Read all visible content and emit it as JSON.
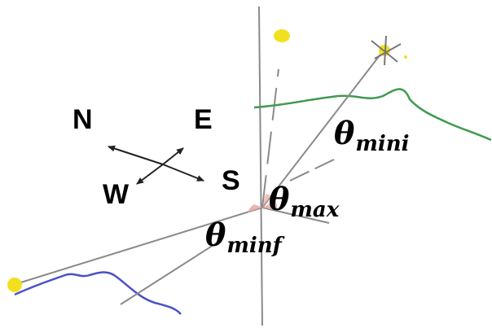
{
  "compass": {
    "north": "N",
    "east": "E",
    "west": "W",
    "south": "S"
  },
  "angles": {
    "symbol": "θ",
    "min_initial_sub": "mini",
    "max_sub": "max",
    "min_final_sub": "minf"
  },
  "colors": {
    "sun": "#f2e020",
    "star": "#777777",
    "ridge_green": "#3f9a4f",
    "ridge_blue": "#4a50c8",
    "line_gray": "#8a8a8a",
    "arrow": "#222222",
    "angle_fill": "#e8a8a8"
  }
}
